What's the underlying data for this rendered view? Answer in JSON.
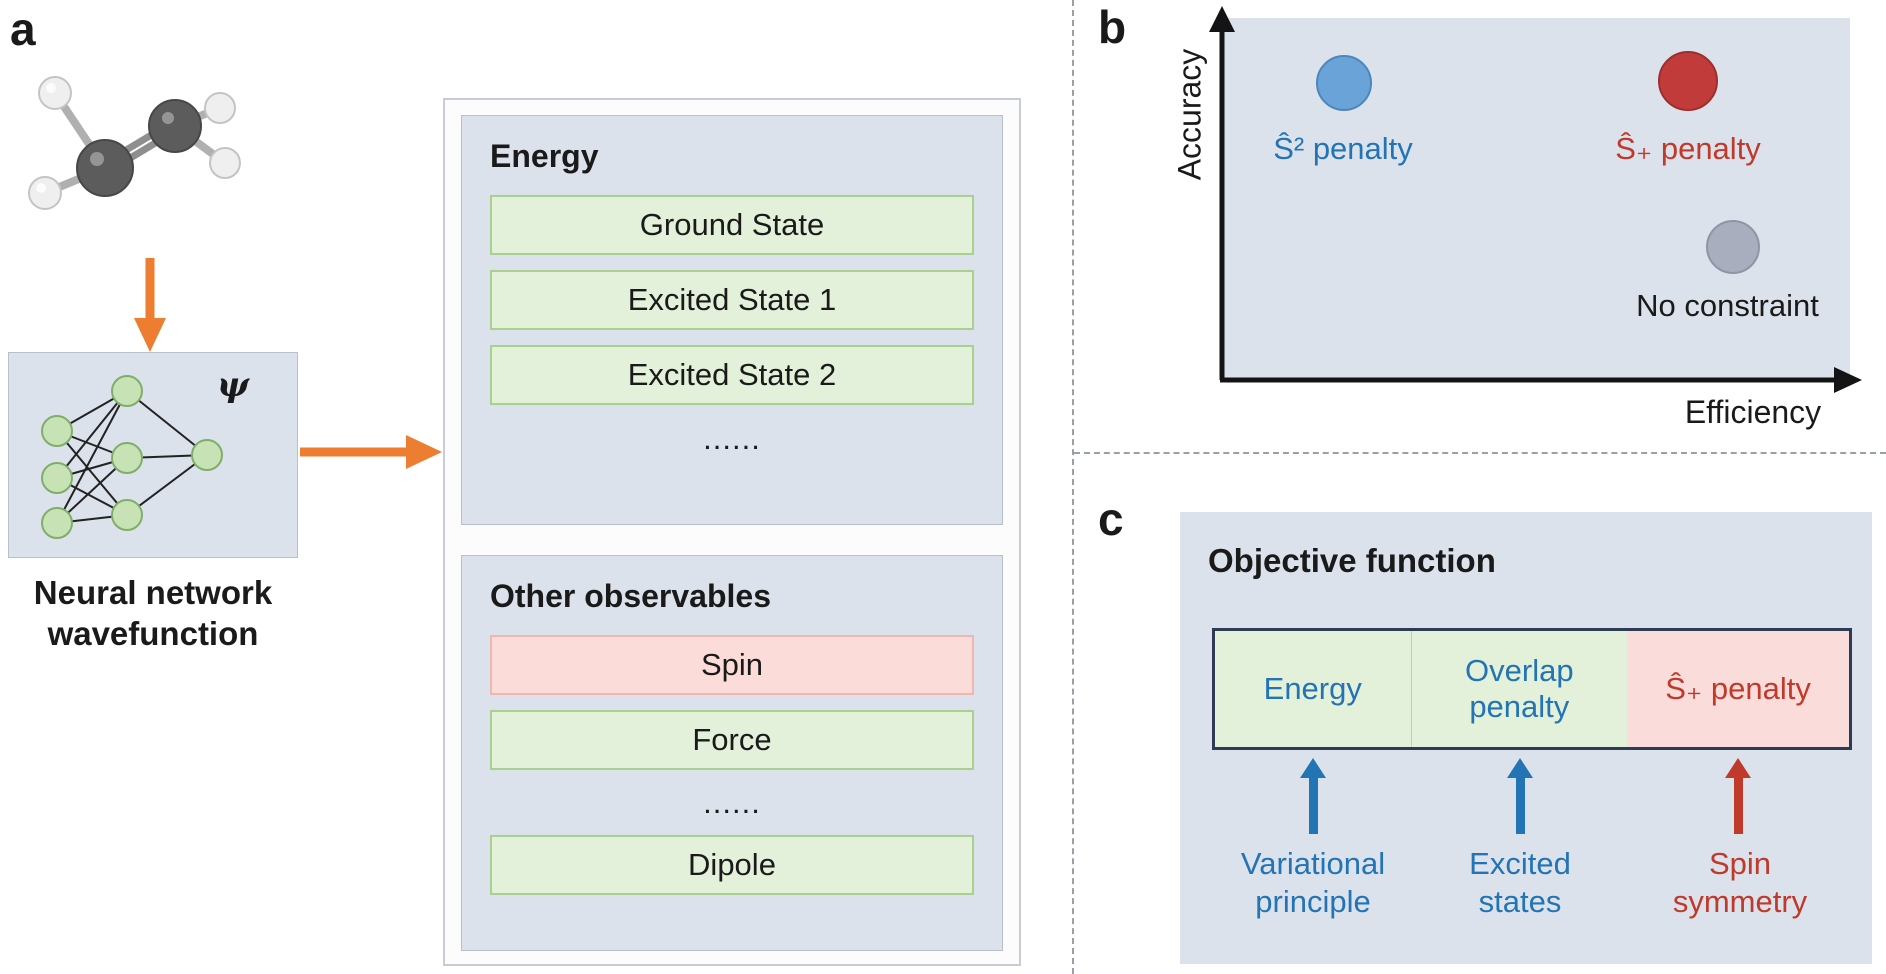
{
  "figure": {
    "panel_a": {
      "label": "a",
      "psi_symbol": "ψ",
      "nn_caption": "Neural network wavefunction",
      "energy": {
        "title": "Energy",
        "rows": [
          "Ground State",
          "Excited State 1",
          "Excited State 2"
        ],
        "ellipsis": "......"
      },
      "observables": {
        "title": "Other observables",
        "row_spin": "Spin",
        "row_force": "Force",
        "ellipsis": "......",
        "row_dipole": "Dipole"
      }
    },
    "panel_b": {
      "label": "b",
      "y_axis_label": "Accuracy",
      "x_axis_label": "Efficiency",
      "points": [
        {
          "name": "s2-penalty",
          "label": "Ŝ² penalty",
          "color": "#6aa3d8"
        },
        {
          "name": "splus-penalty",
          "label": "Ŝ₊ penalty",
          "color": "#c23b3b"
        },
        {
          "name": "no-constraint",
          "label": "No constraint",
          "color": "#a8aebd"
        }
      ]
    },
    "panel_c": {
      "label": "c",
      "title": "Objective function",
      "segments": [
        {
          "label": "Energy",
          "type": "green"
        },
        {
          "label": "Overlap penalty",
          "type": "green"
        },
        {
          "label": "Ŝ₊ penalty",
          "type": "pink"
        }
      ],
      "annotations": [
        {
          "label": "Variational principle",
          "color": "blue"
        },
        {
          "label": "Excited states",
          "color": "blue"
        },
        {
          "label": "Spin symmetry",
          "color": "red"
        }
      ]
    },
    "icons": {
      "molecule": "ethylene-ball-and-stick",
      "network": "neural-network-graph"
    },
    "colors": {
      "accent_orange": "#ed7d31",
      "blue_text": "#2374b5",
      "red_text": "#c0392b",
      "panel_fill": "#dce2eb",
      "green_fill": "#e3f0da",
      "pink_fill": "#fbdcd8"
    }
  }
}
